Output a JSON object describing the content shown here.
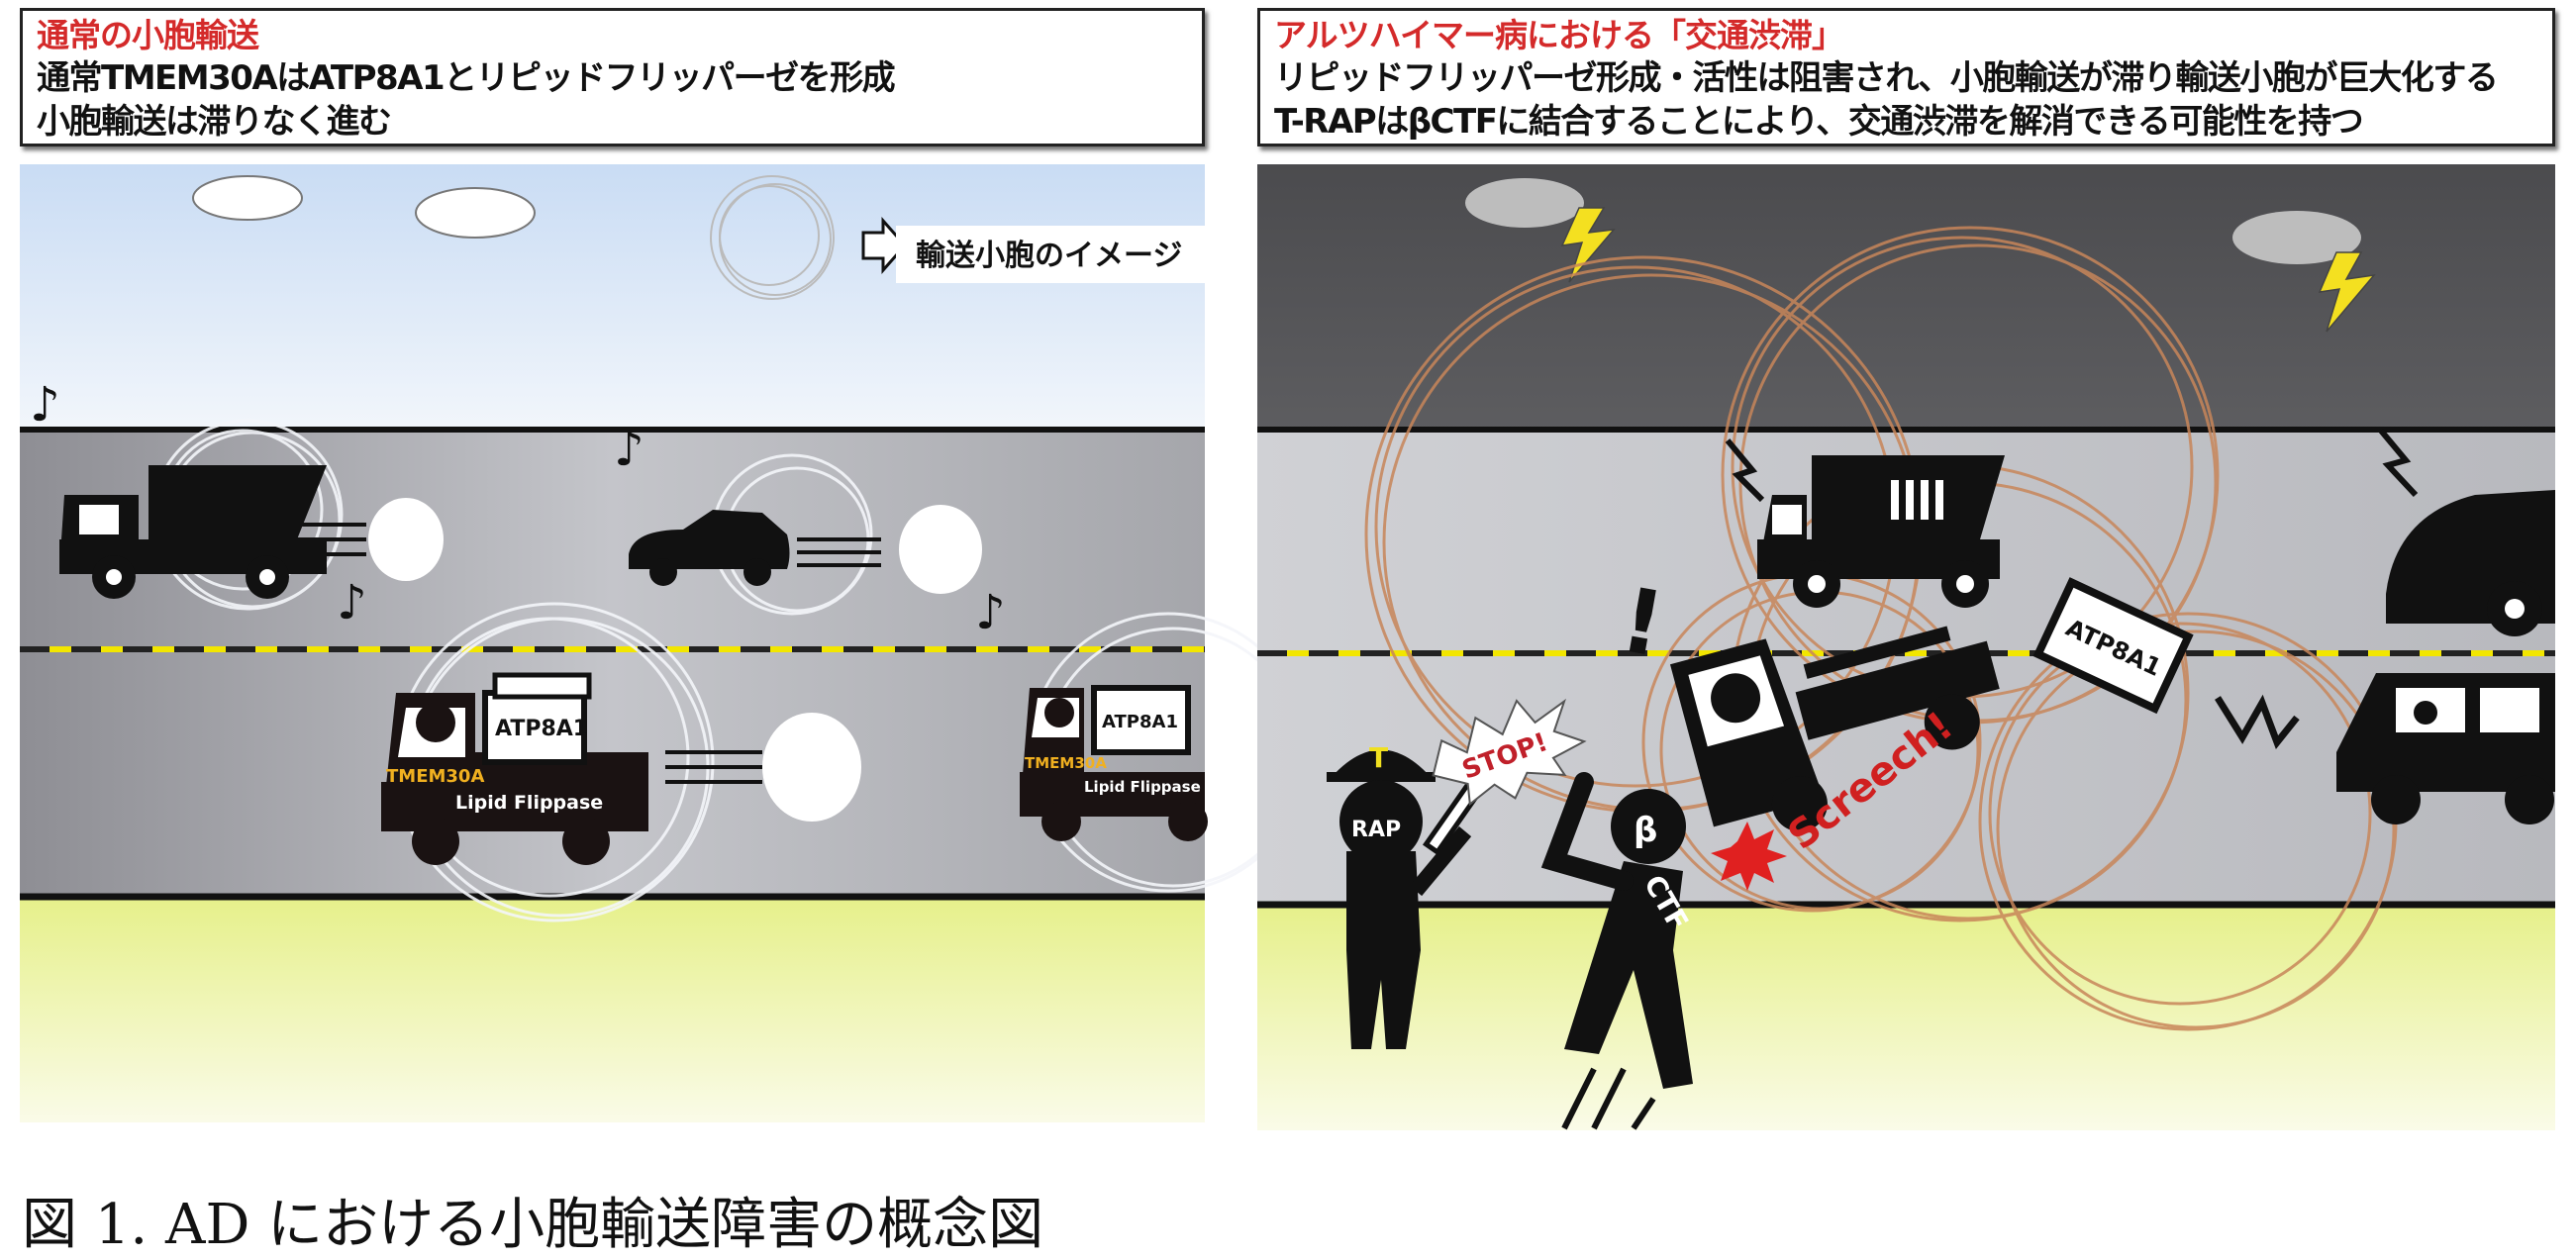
{
  "left_panel": {
    "title": "通常の小胞輸送",
    "lines": [
      "通常TMEM30AはATP8A1とリピッドフリッパーゼを形成",
      "小胞輸送は滞りなく進む"
    ],
    "vesicle_legend": "輸送小胞のイメージ",
    "truck_cargo_label": "ATP8A1",
    "truck_cab_label": "TMEM30A",
    "truck_body_label": "Lipid Flippase"
  },
  "right_panel": {
    "title": "アルツハイマー病における「交通渋滞」",
    "lines": [
      "リピッドフリッパーゼ形成・活性は阻害され、小胞輸送が滞り輸送小胞が巨大化する",
      "T-RAPはβCTFに結合することにより、交通渋滞を解消できる可能性を持つ"
    ],
    "cargo_label": "ATP8A1",
    "stop_label": "STOP!",
    "screech_label": "Screech!",
    "exclaim": "!",
    "trap_helmet": "T",
    "trap_body": "RAP",
    "ctf_head": "β",
    "ctf_body": "CTF"
  },
  "caption": "図 1. AD における小胞輸送障害の概念図",
  "colors": {
    "title_red": "#d42a2a",
    "vesicle_orange": "#c8865a",
    "label_yellow": "#f0b020",
    "dash_yellow": "#f2e600"
  }
}
